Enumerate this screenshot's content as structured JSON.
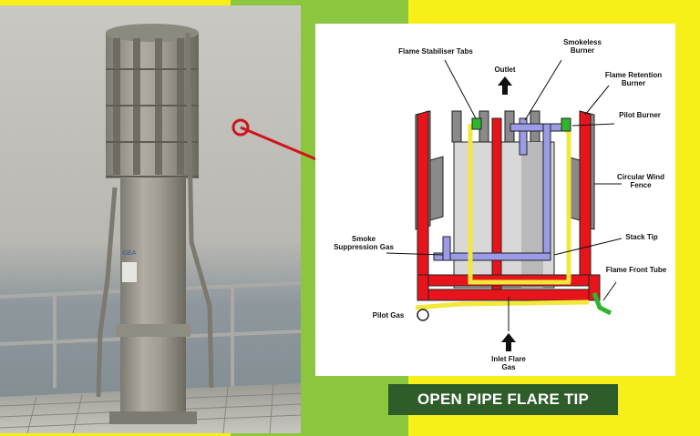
{
  "banner": {
    "title": "OPEN PIPE FLARE TIP"
  },
  "photo": {
    "logo_text": "GBA"
  },
  "diagram": {
    "labels": {
      "flame_stabiliser_tabs": "Flame Stabiliser Tabs",
      "smokeless_burner": "Smokeless Burner",
      "outlet": "Outlet",
      "flame_retention_burner": "Flame Retention Burner",
      "pilot_burner": "Pilot Burner",
      "circular_wind_fence": "Circular Wind Fence",
      "smoke_suppression_gas": "Smoke Suppression Gas",
      "stack_tip": "Stack Tip",
      "flame_front_tube": "Flame Front Tube",
      "pilot_gas": "Pilot Gas",
      "inlet_flare_gas": "Inlet Flare Gas"
    },
    "colors": {
      "flare_gas": "#e8141c",
      "pilot_gas": "#f2e83a",
      "smoke_suppression": "#9b9be6",
      "flame_front": "#2fb52f",
      "pointer": "#d0141c"
    }
  }
}
